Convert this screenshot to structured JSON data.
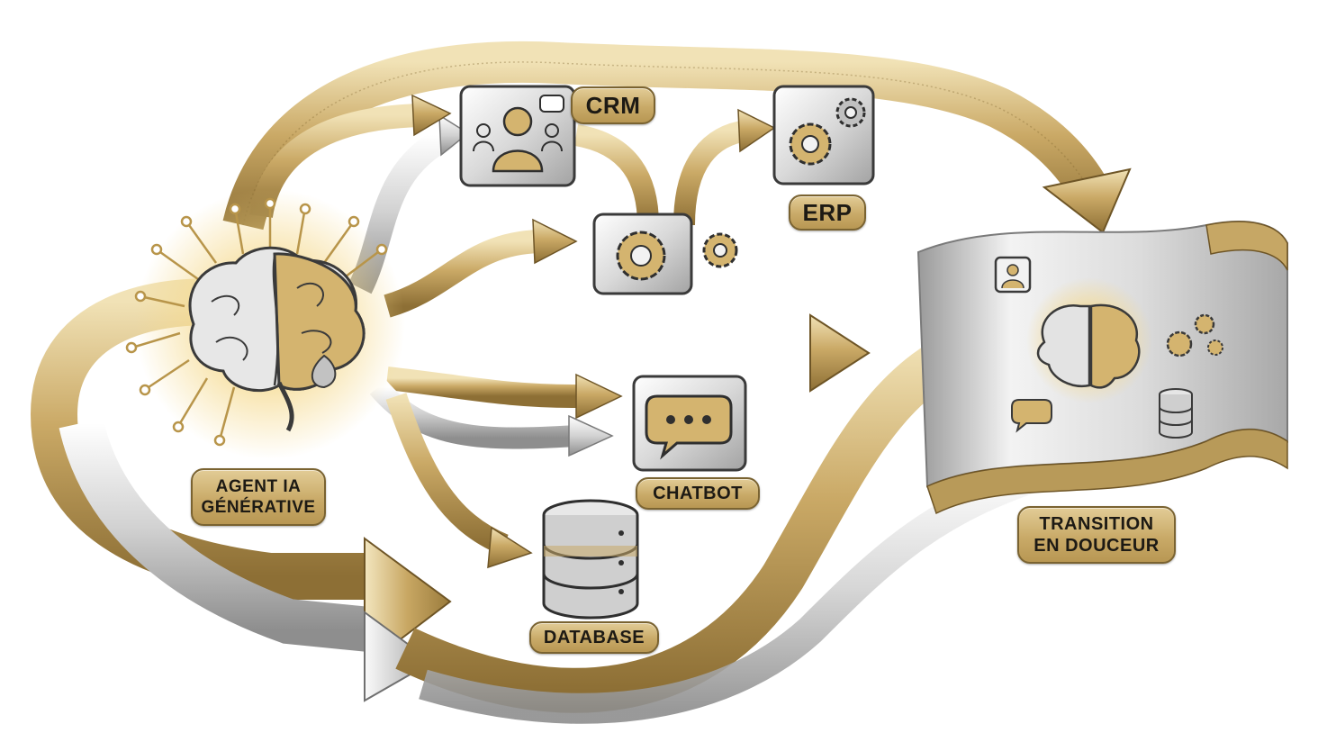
{
  "labels": {
    "agent_line1": "AGENT IA",
    "agent_line2": "GÉNÉRATIVE",
    "crm": "CRM",
    "erp": "ERP",
    "chatbot": "CHATBOT",
    "database": "DATABASE",
    "transition_line1": "TRANSITION",
    "transition_line2": "EN DOUCEUR"
  },
  "icons": {
    "agent": "brain-circuit-icon",
    "crm": "crm-person-icon",
    "erp": "gears-icon",
    "hub": "gear-hub-icon",
    "chatbot": "chat-bubble-icon",
    "database": "database-icon",
    "transition": "brain-gears-banner-icon"
  },
  "colors": {
    "gold": "#c9aa68",
    "gold_dark": "#8a6d35",
    "silver": "#d6d6d6",
    "silver_dark": "#8c8c8c",
    "ink": "#1d1a14",
    "background": "#ffffff"
  }
}
